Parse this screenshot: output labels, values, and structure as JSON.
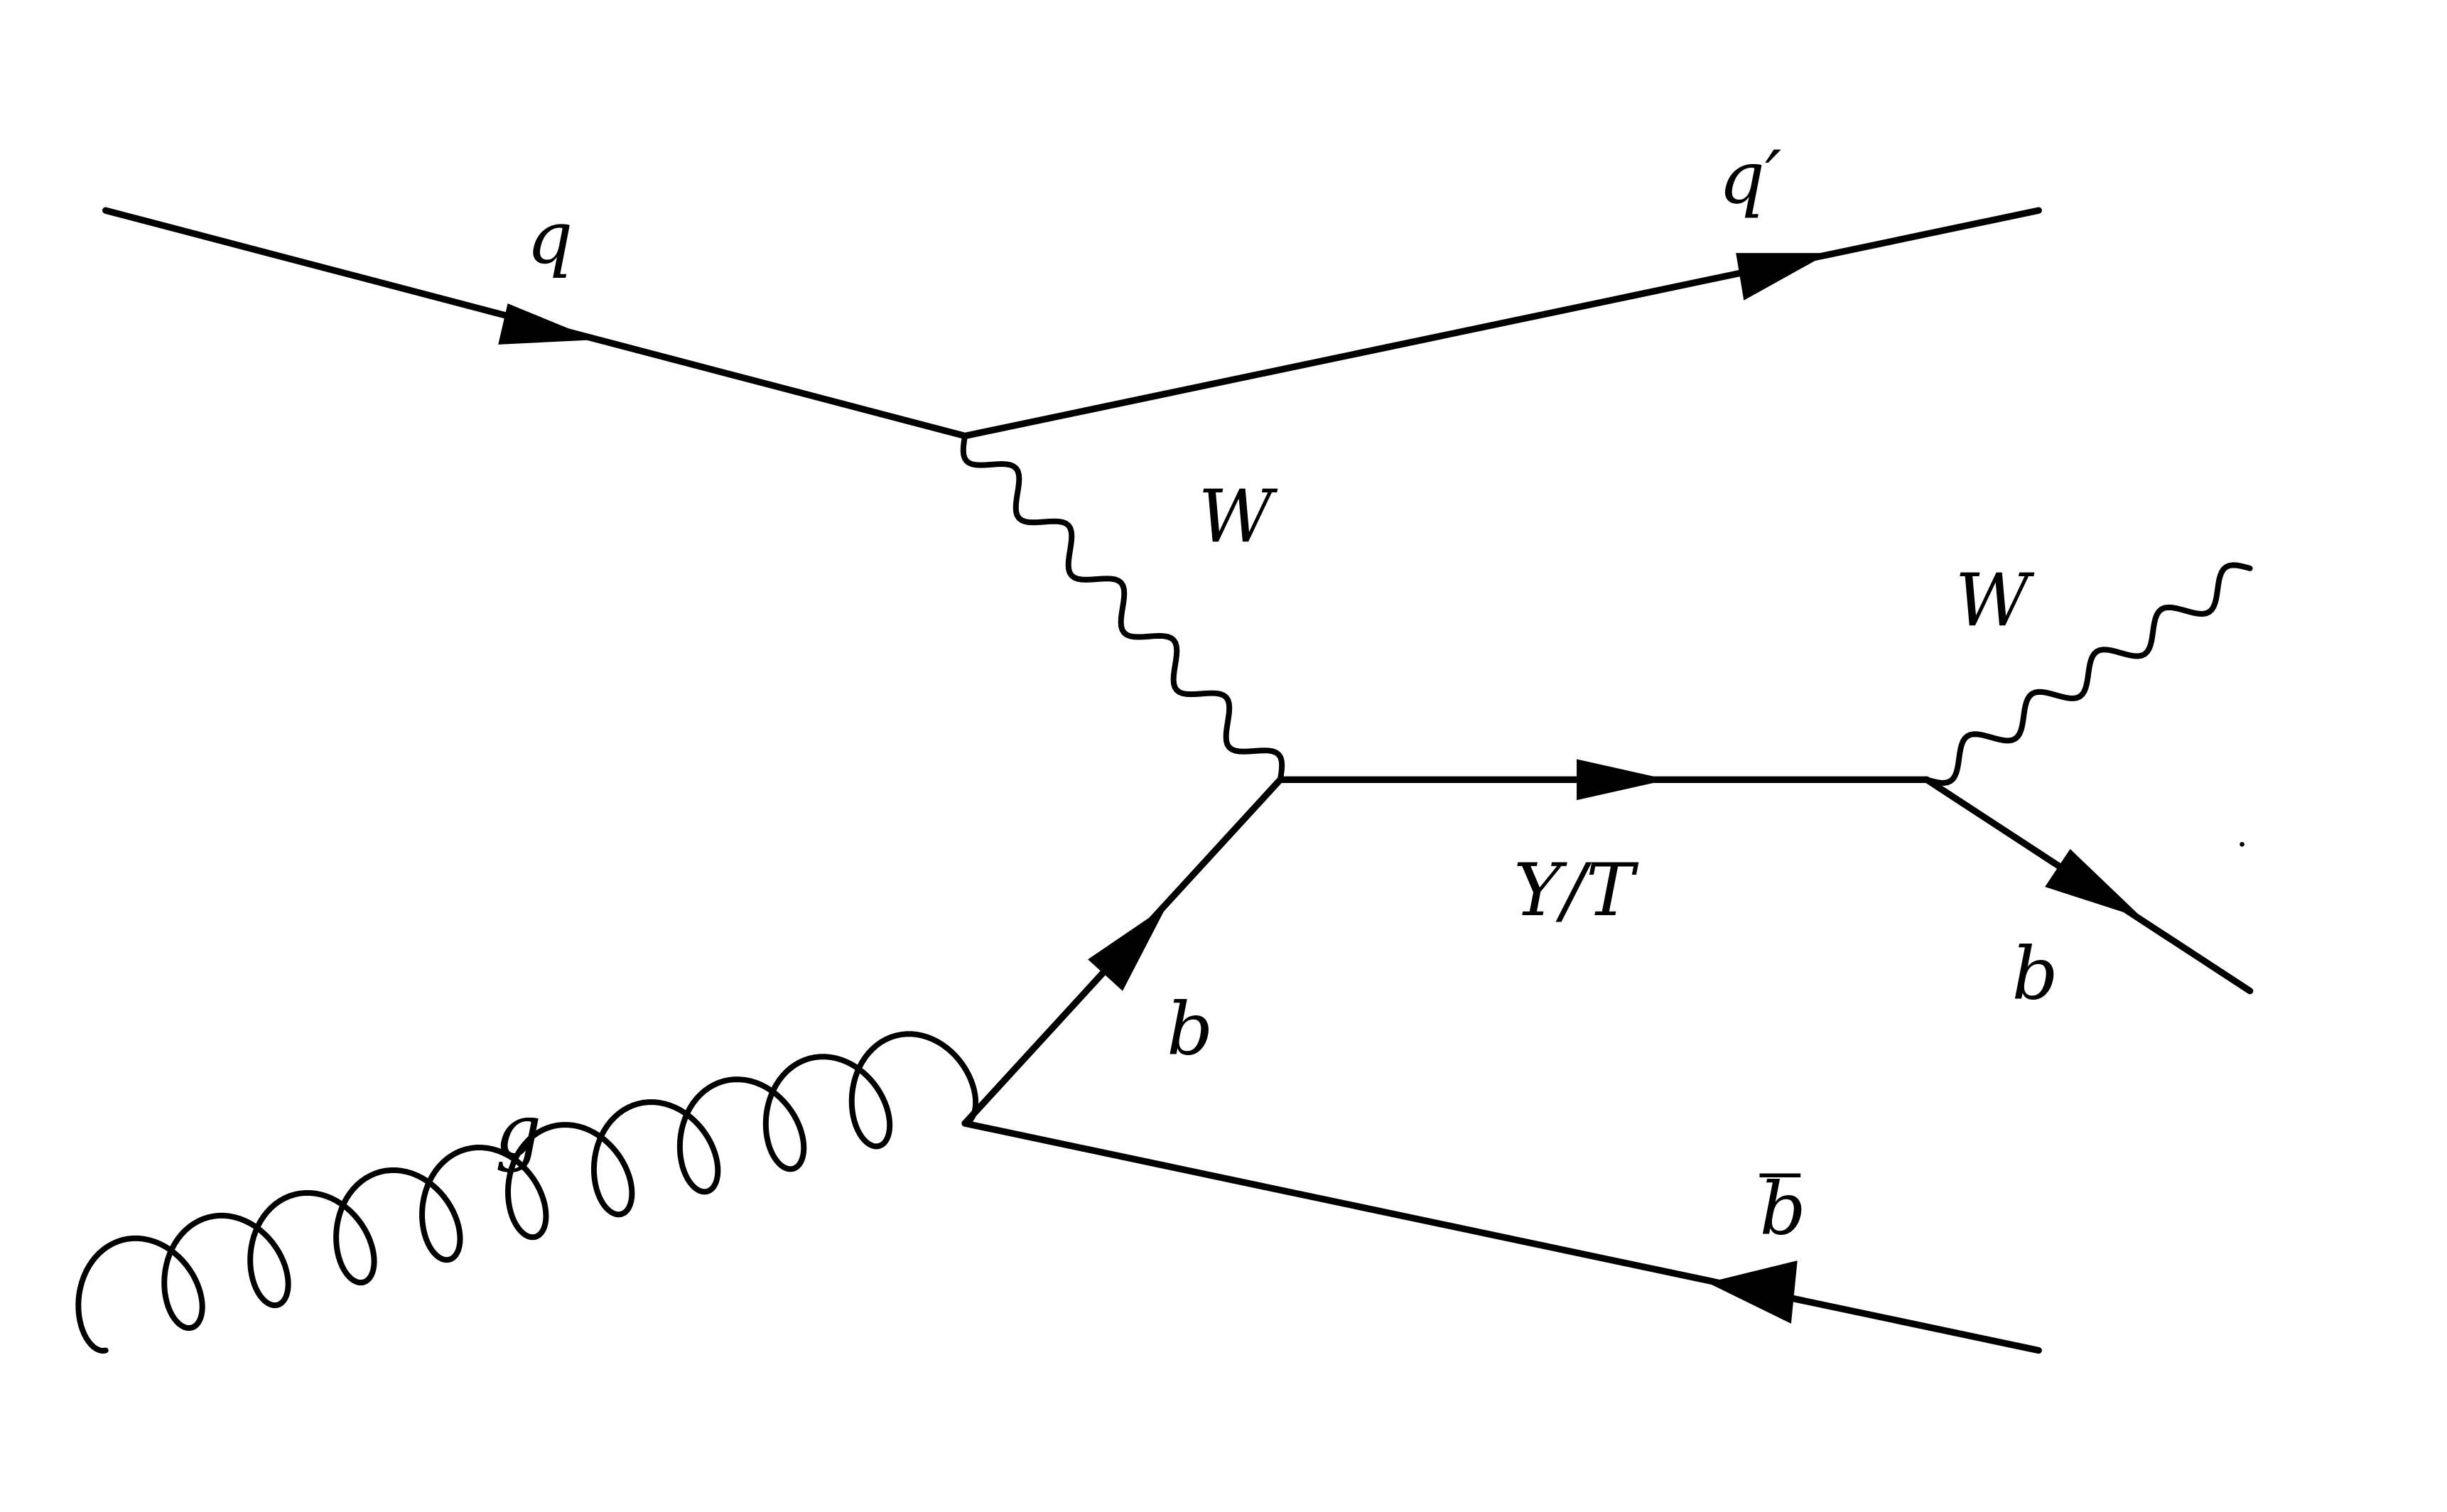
{
  "diagram": {
    "title": "Feynman diagram: single production of vector-like quark Y/T",
    "colors": {
      "ink": "#000000",
      "background": "#ffffff"
    },
    "particles": {
      "incoming_quark": "q",
      "outgoing_quark": "q′",
      "t_channel_boson": "W",
      "vector_like_quark": "Y/T",
      "decay_boson": "W",
      "decay_quark": "b",
      "exchanged_quark": "b",
      "gluon": "g",
      "antiquark": "b",
      "antiquark_bar": "‾"
    }
  }
}
